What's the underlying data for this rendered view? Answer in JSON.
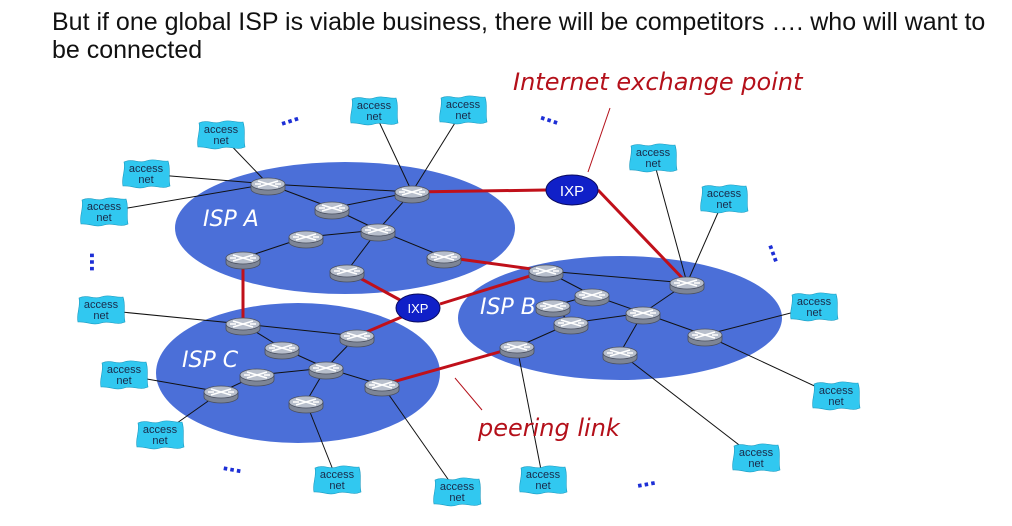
{
  "title": "But if one global ISP is viable business, there will be competitors …. who will want to be connected",
  "annotations": {
    "ixp_callout": "Internet exchange point",
    "peering_callout": "peering link"
  },
  "isps": [
    {
      "id": "A",
      "label": "ISP A"
    },
    {
      "id": "B",
      "label": "ISP B"
    },
    {
      "id": "C",
      "label": "ISP C"
    }
  ],
  "ixps": [
    {
      "id": "ixp1",
      "label": "IXP"
    },
    {
      "id": "ixp2",
      "label": "IXP"
    }
  ],
  "access_net": {
    "line1": "access",
    "line2": "net"
  },
  "ellipsis": "…",
  "colors": {
    "isp_fill": "#4b6fd8",
    "ixp_fill": "#1020c8",
    "access_fill": "#31c8f0",
    "router_fill": "#a8b0c0",
    "peering_link": "#c0101a",
    "annotation_text": "#b4101a",
    "ellipsis": "#1d2fd6"
  }
}
